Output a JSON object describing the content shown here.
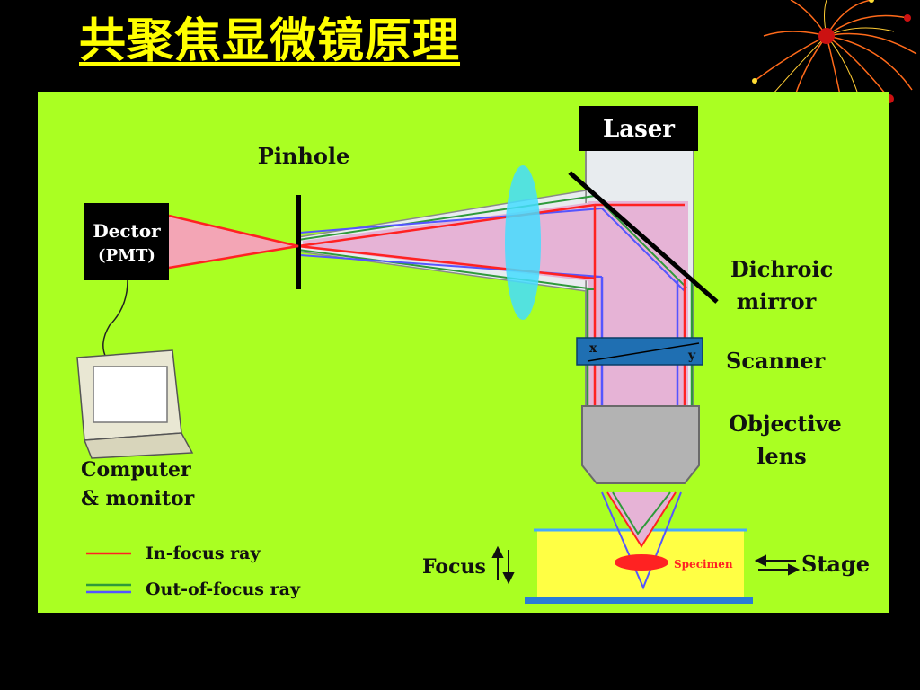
{
  "title": "共聚焦显微镜原理",
  "colors": {
    "background": "#000000",
    "title": "#ffff00",
    "panel": "#aaff22",
    "in_focus_ray": "#ff2222",
    "out_focus_green": "#2e9a3a",
    "out_focus_blue": "#5555ff",
    "beam": "#e6b3d6",
    "lens": "#44ddff",
    "scanner": "#1f6fb2",
    "specimen_area": "#ffff44"
  },
  "diagram": {
    "pinhole_label": "Pinhole",
    "detector_label_1": "Dector",
    "detector_label_2": "(PMT)",
    "laser_label": "Laser",
    "dichroic_label_1": "Dichroic",
    "dichroic_label_2": "mirror",
    "scanner_label": "Scanner",
    "scanner_x": "x",
    "scanner_y": "y",
    "objective_label_1": "Objective",
    "objective_label_2": "lens",
    "computer_label_1": "Computer",
    "computer_label_2": "& monitor",
    "legend_in_focus": "In-focus ray",
    "legend_out_focus": "Out-of-focus ray",
    "focus_label": "Focus",
    "specimen_label": "Specimen",
    "stage_label": "Stage"
  }
}
